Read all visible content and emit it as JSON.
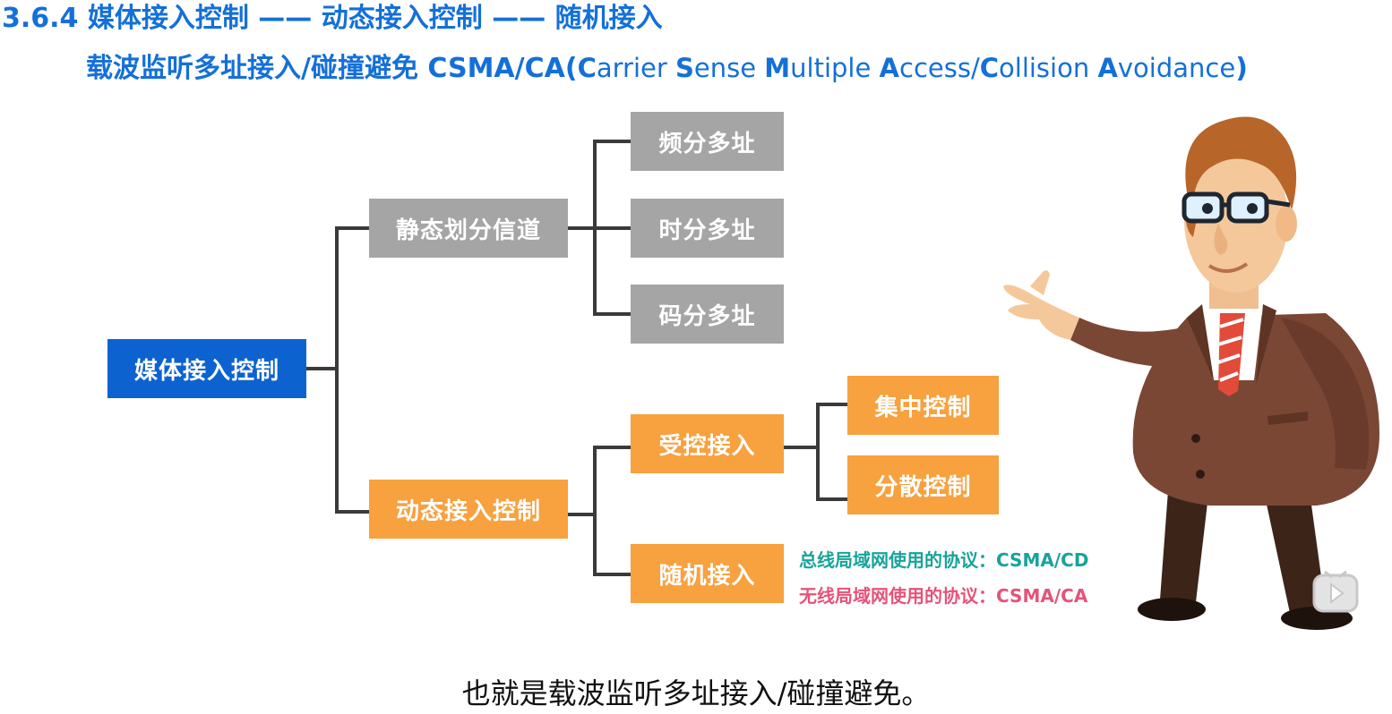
{
  "title": {
    "line1": "3.6.4 媒体接入控制 —— 动态接入控制 —— 随机接入",
    "line2_cn": "载波监听多址接入/碰撞避免 CSMA/CA(",
    "line2_en": [
      {
        "cap": "C",
        "rest": "arrier "
      },
      {
        "cap": "S",
        "rest": "ense "
      },
      {
        "cap": "M",
        "rest": "ultiple "
      },
      {
        "cap": "A",
        "rest": "ccess/"
      },
      {
        "cap": "C",
        "rest": "ollision "
      },
      {
        "cap": "A",
        "rest": "voidance"
      }
    ],
    "line2_close": ")"
  },
  "tree": {
    "root": "媒体接入控制",
    "static": "静态划分信道",
    "static_children": [
      "频分多址",
      "时分多址",
      "码分多址"
    ],
    "dynamic": "动态接入控制",
    "controlled": "受控接入",
    "controlled_children": [
      "集中控制",
      "分散控制"
    ],
    "random": "随机接入"
  },
  "protocols": {
    "bus": "总线局域网使用的协议：CSMA/CD",
    "wireless": "无线局域网使用的协议：CSMA/CA"
  },
  "subtitle": "也就是载波监听多址接入/碰撞避免。",
  "colors": {
    "title": "#1470d8",
    "root": "#0c63cf",
    "static": "#a5a5a5",
    "dynamic": "#f7a13f",
    "bus_protocol": "#18a39a",
    "wireless_protocol": "#e5537a"
  },
  "icons": [
    "presenter-illustration",
    "play-icon"
  ]
}
